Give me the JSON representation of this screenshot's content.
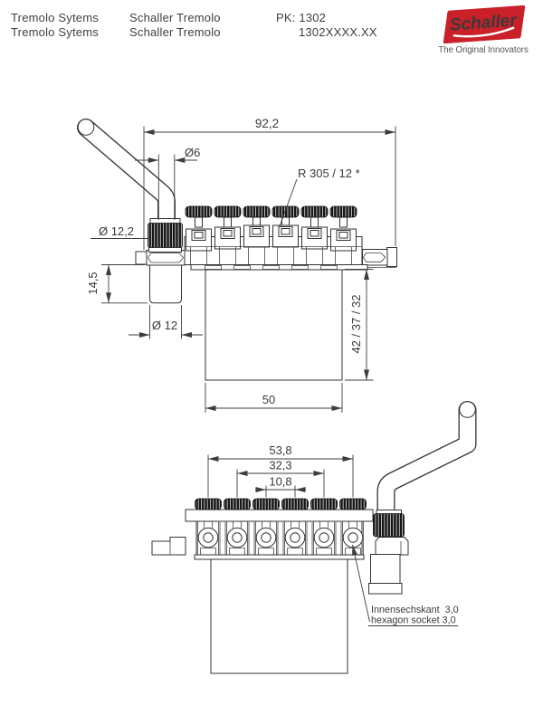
{
  "header": {
    "product_line": [
      "Tremolo Sytems",
      "Tremolo Sytems"
    ],
    "product_name": [
      "Schaller Tremolo",
      "Schaller Tremolo"
    ],
    "pk_line1": "PK: 1302",
    "pk_line2": "1302XXXX.XX",
    "logo": {
      "brand": "Schaller",
      "tagline": "The Original Innovators",
      "color": "#c9202a"
    }
  },
  "drawing": {
    "side_view": {
      "dim_total_width": "92,2",
      "dim_arm_dia": "Ø6",
      "dim_radius": "R 305 / 12 *",
      "dim_collar_dia": "Ø 12,2",
      "dim_insert_depth": "14,5",
      "dim_insert_dia": "Ø 12",
      "dim_block_heights": "42 / 37 / 32",
      "dim_block_width": "50"
    },
    "front_view": {
      "dim_outer_spacing": "53,8",
      "dim_mid_spacing": "32,3",
      "dim_string_spacing": "10,8",
      "note_line1": "Innensechskant  3,0",
      "note_line2": "hexagon socket 3,0"
    },
    "colors": {
      "line": "#333333",
      "knurl": "#161616",
      "background": "#ffffff"
    }
  }
}
